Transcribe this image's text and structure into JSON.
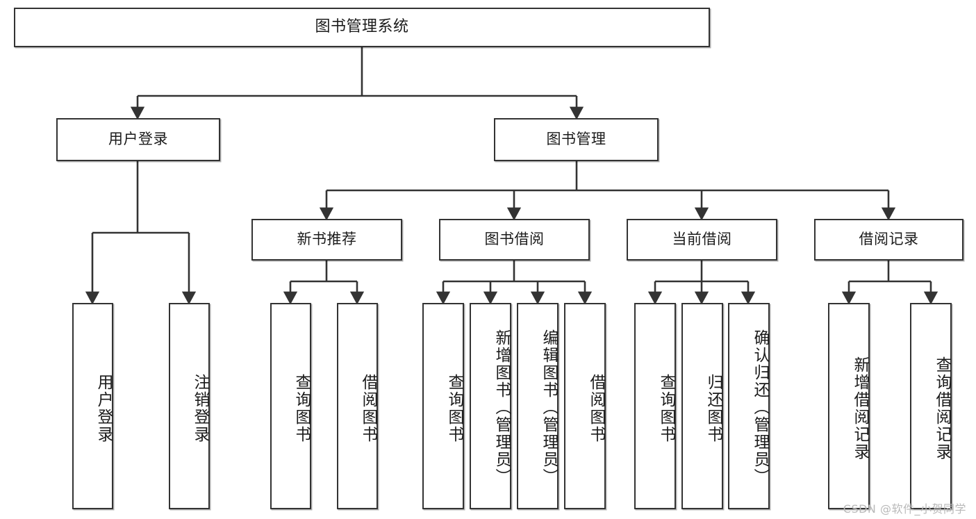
{
  "diagram": {
    "title": "图书管理系统",
    "watermark": "CSDN @软件_小贺同学",
    "stroke_color": "#333333",
    "node_fill": "#ffffff",
    "text_color": "#1b1b1b",
    "levels": {
      "root": {
        "label": "图书管理系统"
      },
      "level2": [
        {
          "label": "用户登录"
        },
        {
          "label": "图书管理"
        }
      ],
      "level3": [
        {
          "label": "新书推荐"
        },
        {
          "label": "图书借阅"
        },
        {
          "label": "当前借阅"
        },
        {
          "label": "借阅记录"
        }
      ],
      "leaves": {
        "user_login": [
          {
            "label": "用户登录"
          },
          {
            "label": "注销登录"
          }
        ],
        "new_book_recommend": [
          {
            "label": "查询图书"
          },
          {
            "label": "借阅图书"
          }
        ],
        "book_borrow": [
          {
            "label": "查询图书"
          },
          {
            "label": "新增图书（管理员）"
          },
          {
            "label": "编辑图书（管理员）"
          },
          {
            "label": "借阅图书"
          }
        ],
        "current_borrow": [
          {
            "label": "查询图书"
          },
          {
            "label": "归还图书"
          },
          {
            "label": "确认归还（管理员）"
          }
        ],
        "borrow_record": [
          {
            "label": "新增借阅记录"
          },
          {
            "label": "查询借阅记录"
          }
        ]
      }
    }
  }
}
